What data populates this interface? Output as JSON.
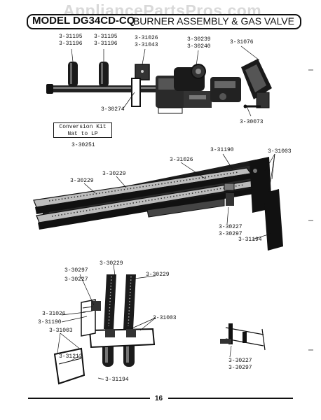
{
  "watermark": "AppliancePartsPros.com",
  "header": {
    "model": "MODEL DG34CD-CQ",
    "title": "BURNER ASSEMBLY & GAS VALVE"
  },
  "conversion_kit": {
    "line1": "Conversion Kit",
    "line2": "Nat to LP",
    "part": "3-30251"
  },
  "parts": {
    "p1": "3-31195",
    "p2": "3-31196",
    "p3": "3-31195",
    "p4": "3-31196",
    "p5": "3-31026",
    "p6": "3-31043",
    "p7": "3-30239",
    "p8": "3-30240",
    "p9": "3-31076",
    "p10": "3-30274",
    "p11": "3-30073",
    "p12": "3-31190",
    "p13": "3-31003",
    "p14": "3-31026",
    "p15": "3-30229",
    "p16": "3-30229",
    "p17": "3-30227",
    "p18": "3-30297",
    "p19": "3-31194",
    "p20": "3-30229",
    "p21": "3-30297",
    "p22": "3-30227",
    "p23": "3-30229",
    "p24": "3-31026",
    "p25": "3-31190",
    "p26": "3-31003",
    "p27": "3-31003",
    "p28": "3-31212",
    "p29": "3-31194",
    "p30": "3-30227",
    "p31": "3-30297"
  },
  "page_number": "16"
}
